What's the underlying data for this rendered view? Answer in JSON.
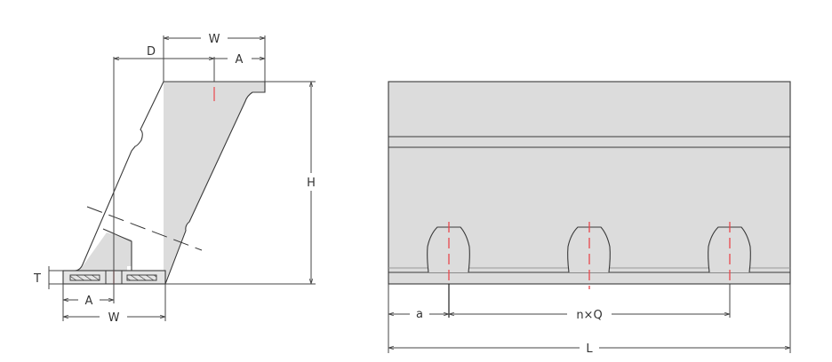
{
  "colors": {
    "fill": "#dcdcdc",
    "outline": "#3a3a3a",
    "dim_line": "#444444",
    "centerline": "#e8474c",
    "background": "#ffffff"
  },
  "side_view": {
    "labels": {
      "W_top": "W",
      "D": "D",
      "A_top": "A",
      "H": "H",
      "T": "T",
      "A_bottom": "A",
      "W_bottom": "W"
    }
  },
  "front_view": {
    "slot_count": 3,
    "labels": {
      "a": "a",
      "nxQ": "n×Q",
      "L": "L"
    }
  }
}
